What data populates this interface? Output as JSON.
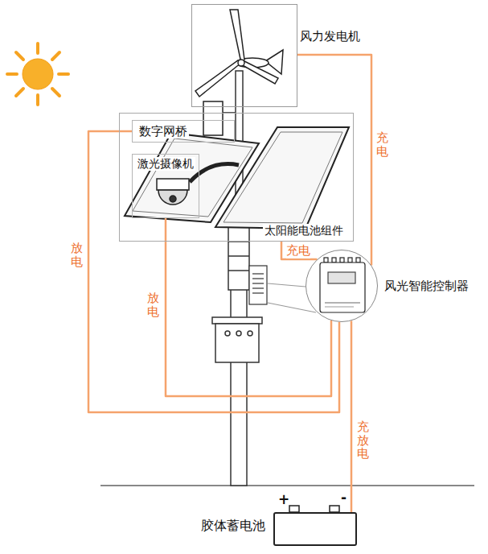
{
  "diagram": {
    "nodes": [
      {
        "text": [
          "风力发电机"
        ]
      },
      {
        "text": [
          "太阳能电池组件"
        ]
      },
      {
        "text": [
          "数字网桥"
        ],
        "in": 1
      },
      {
        "text": [
          "激光摄像机"
        ],
        "in": 1
      },
      {
        "text": [
          "风光智能控制器"
        ]
      },
      {
        "text": [
          "胶体蓄电池"
        ]
      }
    ],
    "edges": [
      {
        "from": 0,
        "to": 4,
        "label": "充电",
        "arrow": "none"
      },
      {
        "from": 1,
        "to": 4,
        "label": "充电",
        "arrow": "none"
      },
      {
        "from": 4,
        "to": 2,
        "label": "放电",
        "arrow": "none"
      },
      {
        "from": 4,
        "to": 3,
        "label": "放电",
        "arrow": "none"
      },
      {
        "from": 4,
        "to": 5,
        "label": "充放电",
        "arrow": "none"
      }
    ],
    "labels": [
      "+",
      "-"
    ]
  }
}
